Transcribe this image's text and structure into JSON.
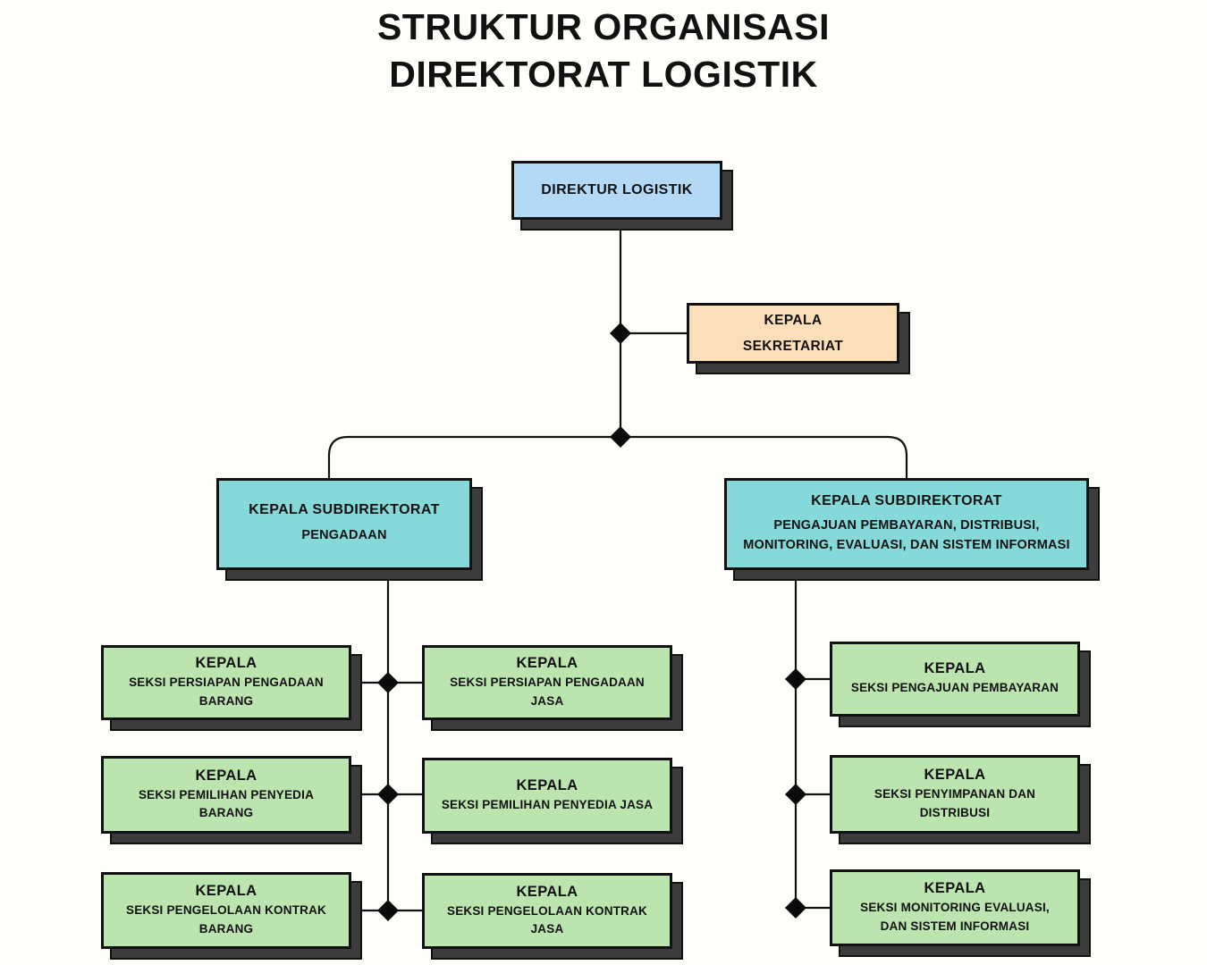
{
  "title": {
    "line1": "STRUKTUR ORGANISASI",
    "line2": "DIREKTORAT LOGISTIK"
  },
  "colors": {
    "background": "#FFFEFA",
    "box_blue": "#B3D9F6",
    "box_peach": "#FCDFB8",
    "box_teal": "#86D9D9",
    "box_green": "#BBE4AF",
    "border": "#111111",
    "shadow": "#3C3C3C",
    "connector": "#111111"
  },
  "nodes": {
    "direktur": {
      "title": "DIREKTUR LOGISTIK"
    },
    "sekretariat": {
      "label_lines": [
        "KEPALA",
        "SEKRETARIAT"
      ]
    },
    "subdit_pengadaan": {
      "heading": "KEPALA SUBDIREKTORAT",
      "subtitle_lines": [
        "PENGADAAN"
      ]
    },
    "subdit_pembayaran": {
      "heading": "KEPALA SUBDIREKTORAT",
      "subtitle_lines": [
        "PENGAJUAN PEMBAYARAN, DISTRIBUSI,",
        "MONITORING, EVALUASI, DAN SISTEM INFORMASI"
      ]
    },
    "seksi_persiapan_barang": {
      "heading": "KEPALA",
      "subtitle_lines": [
        "SEKSI PERSIAPAN PENGADAAN",
        "BARANG"
      ]
    },
    "seksi_persiapan_jasa": {
      "heading": "KEPALA",
      "subtitle_lines": [
        "SEKSI PERSIAPAN PENGADAAN",
        "JASA"
      ]
    },
    "seksi_pemilihan_barang": {
      "heading": "KEPALA",
      "subtitle_lines": [
        "SEKSI PEMILIHAN PENYEDIA",
        "BARANG"
      ]
    },
    "seksi_pemilihan_jasa": {
      "heading": "KEPALA",
      "subtitle_lines": [
        "SEKSI PEMILIHAN PENYEDIA JASA"
      ]
    },
    "seksi_kontrak_barang": {
      "heading": "KEPALA",
      "subtitle_lines": [
        "SEKSI PENGELOLAAN KONTRAK",
        "BARANG"
      ]
    },
    "seksi_kontrak_jasa": {
      "heading": "KEPALA",
      "subtitle_lines": [
        "SEKSI PENGELOLAAN KONTRAK",
        "JASA"
      ]
    },
    "seksi_pengajuan_pembayaran": {
      "heading": "KEPALA",
      "subtitle_lines": [
        "SEKSI PENGAJUAN PEMBAYARAN"
      ]
    },
    "seksi_penyimpanan": {
      "heading": "KEPALA",
      "subtitle_lines": [
        "SEKSI PENYIMPANAN DAN",
        "DISTRIBUSI"
      ]
    },
    "seksi_monitoring": {
      "heading": "KEPALA",
      "subtitle_lines": [
        "SEKSI MONITORING EVALUASI,",
        "DAN SISTEM INFORMASI"
      ]
    }
  },
  "hierarchy": {
    "root": "direktur",
    "edges": [
      [
        "direktur",
        "sekretariat"
      ],
      [
        "direktur",
        "subdit_pengadaan"
      ],
      [
        "direktur",
        "subdit_pembayaran"
      ],
      [
        "subdit_pengadaan",
        "seksi_persiapan_barang"
      ],
      [
        "subdit_pengadaan",
        "seksi_persiapan_jasa"
      ],
      [
        "subdit_pengadaan",
        "seksi_pemilihan_barang"
      ],
      [
        "subdit_pengadaan",
        "seksi_pemilihan_jasa"
      ],
      [
        "subdit_pengadaan",
        "seksi_kontrak_barang"
      ],
      [
        "subdit_pengadaan",
        "seksi_kontrak_jasa"
      ],
      [
        "subdit_pembayaran",
        "seksi_pengajuan_pembayaran"
      ],
      [
        "subdit_pembayaran",
        "seksi_penyimpanan"
      ],
      [
        "subdit_pembayaran",
        "seksi_monitoring"
      ]
    ]
  }
}
